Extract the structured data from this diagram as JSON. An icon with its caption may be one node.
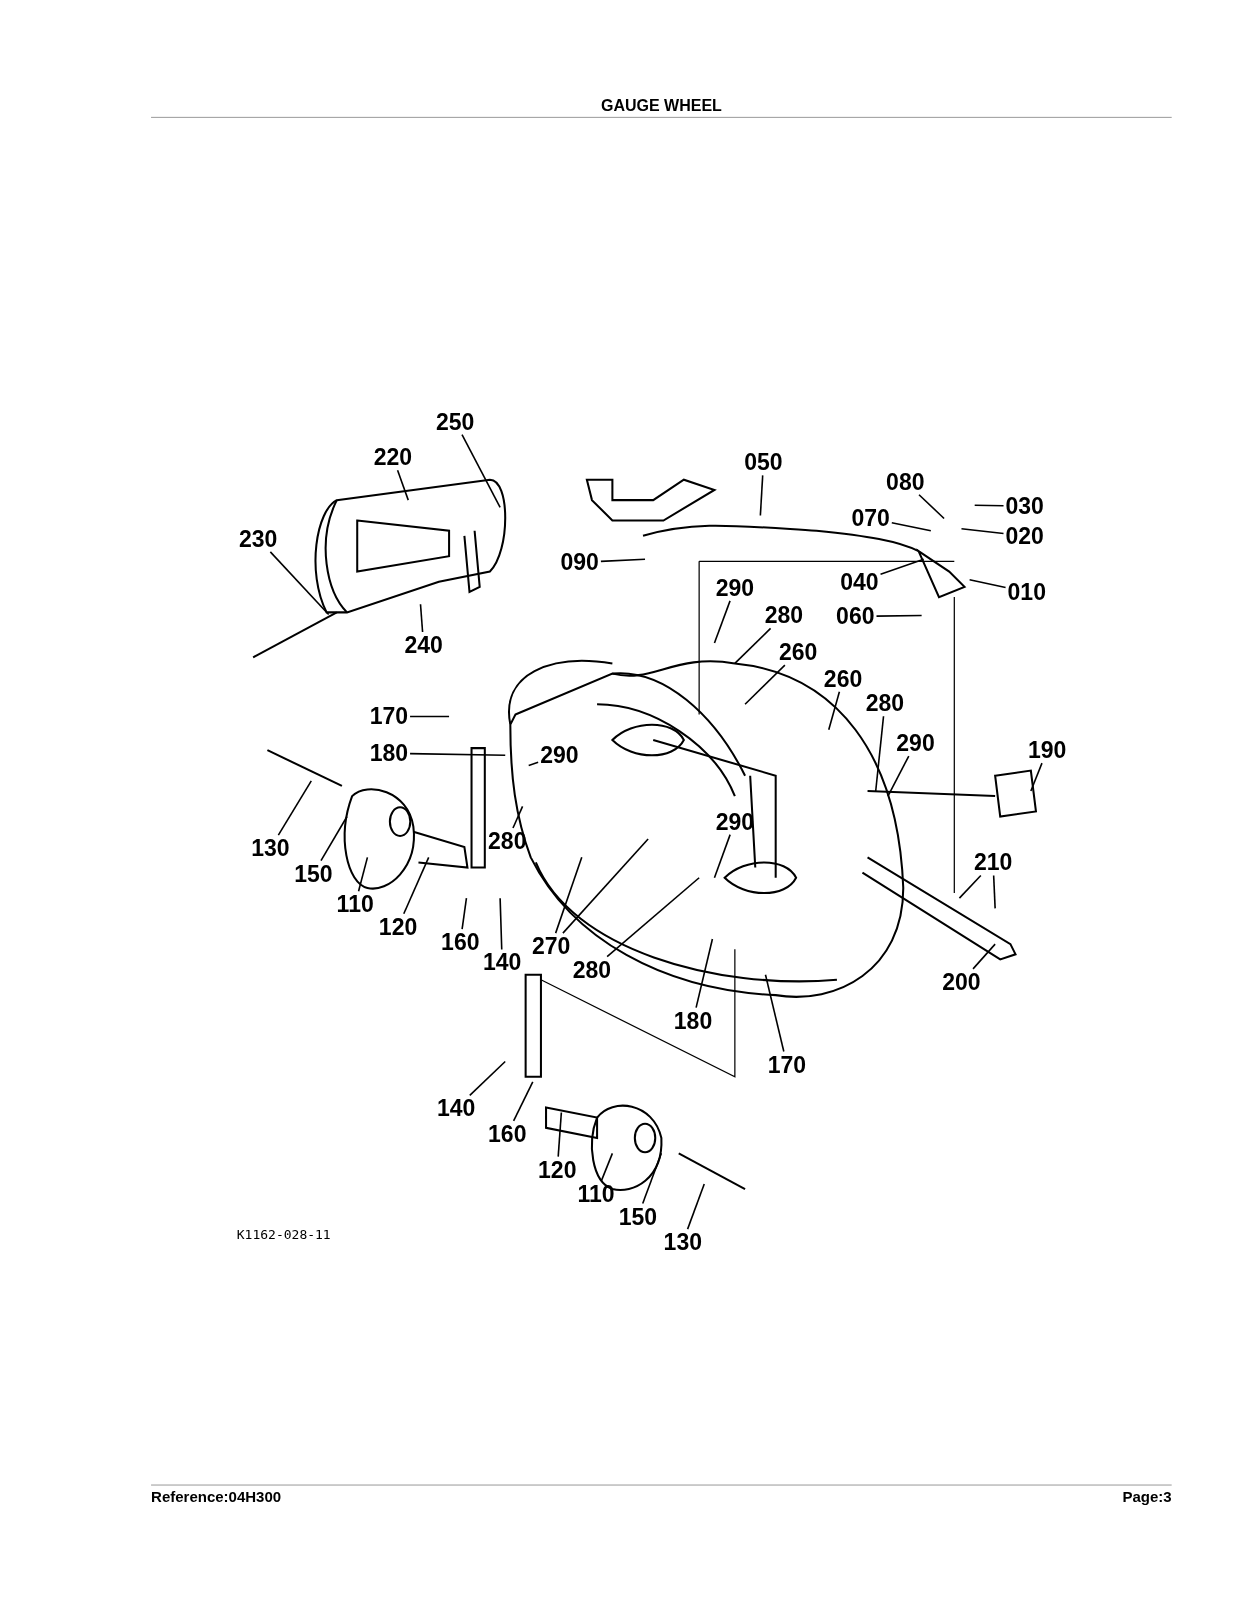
{
  "diagram": {
    "title": "GAUGE WHEEL",
    "nodes": [
      {
        "text": [
          "250"
        ]
      },
      {
        "text": [
          "220"
        ]
      },
      {
        "text": [
          "230"
        ]
      },
      {
        "text": [
          "240"
        ]
      },
      {
        "text": [
          "050"
        ]
      },
      {
        "text": [
          "080"
        ]
      },
      {
        "text": [
          "030"
        ]
      },
      {
        "text": [
          "070"
        ]
      },
      {
        "text": [
          "020"
        ]
      },
      {
        "text": [
          "090"
        ]
      },
      {
        "text": [
          "040"
        ]
      },
      {
        "text": [
          "010"
        ]
      },
      {
        "text": [
          "060"
        ]
      },
      {
        "text": [
          "290"
        ]
      },
      {
        "text": [
          "280"
        ]
      },
      {
        "text": [
          "260"
        ]
      },
      {
        "text": [
          "260"
        ]
      },
      {
        "text": [
          "280"
        ]
      },
      {
        "text": [
          "290"
        ]
      },
      {
        "text": [
          "190"
        ]
      },
      {
        "text": [
          "170"
        ]
      },
      {
        "text": [
          "180"
        ]
      },
      {
        "text": [
          "290"
        ]
      },
      {
        "text": [
          "290"
        ]
      },
      {
        "text": [
          "280"
        ]
      },
      {
        "text": [
          "130"
        ]
      },
      {
        "text": [
          "150"
        ]
      },
      {
        "text": [
          "110"
        ]
      },
      {
        "text": [
          "120"
        ]
      },
      {
        "text": [
          "160"
        ]
      },
      {
        "text": [
          "140"
        ]
      },
      {
        "text": [
          "270"
        ]
      },
      {
        "text": [
          "280"
        ]
      },
      {
        "text": [
          "210"
        ]
      },
      {
        "text": [
          "200"
        ]
      },
      {
        "text": [
          "180"
        ]
      },
      {
        "text": [
          "170"
        ]
      },
      {
        "text": [
          "140"
        ]
      },
      {
        "text": [
          "160"
        ]
      },
      {
        "text": [
          "120"
        ]
      },
      {
        "text": [
          "110"
        ]
      },
      {
        "text": [
          "150"
        ]
      },
      {
        "text": [
          "130"
        ]
      }
    ],
    "edges": [
      {
        "from": 0,
        "to": null,
        "arrow": "none"
      },
      {
        "from": 1,
        "to": null,
        "arrow": "none"
      },
      {
        "from": 2,
        "to": null,
        "arrow": "none"
      },
      {
        "from": 3,
        "to": null,
        "arrow": "none"
      },
      {
        "from": 4,
        "to": null,
        "arrow": "none"
      },
      {
        "from": 5,
        "to": null,
        "arrow": "none"
      },
      {
        "from": 6,
        "to": null,
        "arrow": "none"
      },
      {
        "from": 7,
        "to": null,
        "arrow": "none"
      },
      {
        "from": 8,
        "to": null,
        "arrow": "none"
      },
      {
        "from": 9,
        "to": null,
        "arrow": "none"
      },
      {
        "from": 10,
        "to": null,
        "arrow": "none"
      },
      {
        "from": 11,
        "to": null,
        "arrow": "none"
      },
      {
        "from": 12,
        "to": null,
        "arrow": "none"
      },
      {
        "from": 13,
        "to": null,
        "arrow": "none"
      },
      {
        "from": 14,
        "to": null,
        "arrow": "none"
      },
      {
        "from": 15,
        "to": null,
        "arrow": "none"
      },
      {
        "from": 16,
        "to": null,
        "arrow": "none"
      },
      {
        "from": 17,
        "to": null,
        "arrow": "none"
      },
      {
        "from": 18,
        "to": null,
        "arrow": "none"
      },
      {
        "from": 19,
        "to": null,
        "arrow": "none"
      },
      {
        "from": 20,
        "to": null,
        "arrow": "none"
      },
      {
        "from": 21,
        "to": null,
        "arrow": "none"
      },
      {
        "from": 22,
        "to": null,
        "arrow": "none"
      },
      {
        "from": 23,
        "to": null,
        "arrow": "none"
      },
      {
        "from": 24,
        "to": null,
        "arrow": "none"
      },
      {
        "from": 25,
        "to": null,
        "arrow": "none"
      },
      {
        "from": 26,
        "to": null,
        "arrow": "none"
      },
      {
        "from": 27,
        "to": null,
        "arrow": "none"
      },
      {
        "from": 28,
        "to": null,
        "arrow": "none"
      },
      {
        "from": 29,
        "to": null,
        "arrow": "none"
      },
      {
        "from": 30,
        "to": null,
        "arrow": "none"
      },
      {
        "from": 31,
        "to": null,
        "arrow": "none"
      },
      {
        "from": 31,
        "to": null,
        "arrow": "none"
      },
      {
        "from": 32,
        "to": null,
        "arrow": "none"
      },
      {
        "from": 33,
        "to": null,
        "arrow": "none"
      },
      {
        "from": 33,
        "to": null,
        "arrow": "none"
      },
      {
        "from": 34,
        "to": null,
        "arrow": "none"
      },
      {
        "from": 35,
        "to": null,
        "arrow": "none"
      },
      {
        "from": 36,
        "to": null,
        "arrow": "none"
      },
      {
        "from": 37,
        "to": null,
        "arrow": "none"
      },
      {
        "from": 38,
        "to": null,
        "arrow": "none"
      },
      {
        "from": 39,
        "to": null,
        "arrow": "none"
      },
      {
        "from": 40,
        "to": null,
        "arrow": "none"
      },
      {
        "from": 41,
        "to": null,
        "arrow": "none"
      },
      {
        "from": 42,
        "to": null,
        "arrow": "none"
      }
    ],
    "labels": [
      "K1162-028-11",
      "Reference:04H300",
      "Page:3"
    ]
  }
}
